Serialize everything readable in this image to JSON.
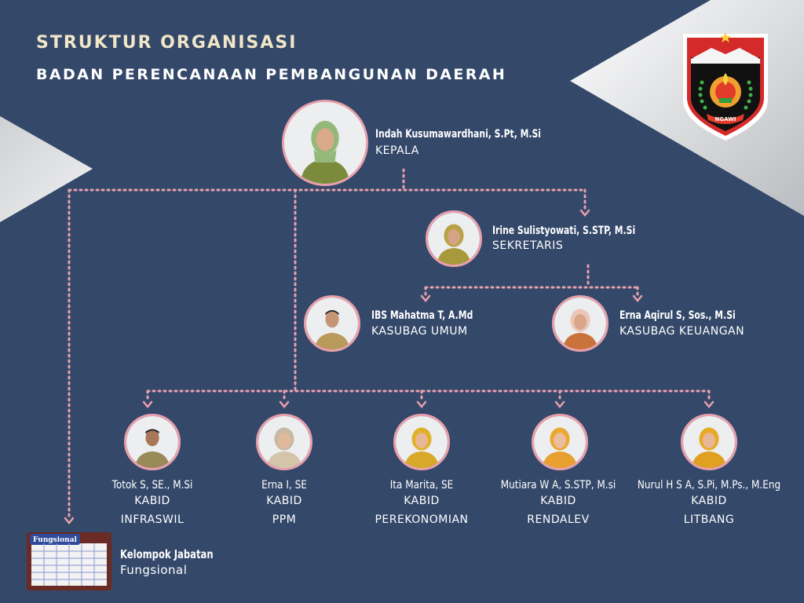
{
  "header": {
    "title": "STRUKTUR ORGANISASI",
    "subtitle": "BADAN PERENCANAAN PEMBANGUNAN DAERAH"
  },
  "logo": {
    "text": "NGAWI",
    "icon": "ngawi-regency-emblem"
  },
  "colors": {
    "background": "#34486a",
    "accent": "#e8a0ac",
    "title": "#f1e6c8"
  },
  "head": {
    "name": "Indah Kusumawardhani, S.Pt, M.Si",
    "role": "KEPALA"
  },
  "secretary": {
    "name": "Irine Sulistyowati, S.STP, M.Si",
    "role": "SEKRETARIS"
  },
  "subsections": [
    {
      "name": "IBS Mahatma T, A.Md",
      "role": "KASUBAG UMUM"
    },
    {
      "name": "Erna Aqirul S, Sos., M.Si",
      "role": "KASUBAG KEUANGAN"
    }
  ],
  "divisions": [
    {
      "name": "Totok S, SE., M.Si",
      "role": "KABID",
      "unit": "INFRASWIL"
    },
    {
      "name": "Erna I, SE",
      "role": "KABID",
      "unit": "PPM"
    },
    {
      "name": "Ita Marita, SE",
      "role": "KABID",
      "unit": "PEREKONOMIAN"
    },
    {
      "name": "Mutiara W A, S.STP, M.si",
      "role": "KABID",
      "unit": "RENDALEV"
    },
    {
      "name": "Nurul H S A, S.Pi, M.Ps., M.Eng",
      "role": "KABID",
      "unit": "LITBANG"
    }
  ],
  "functional": {
    "tag": "Fungsional",
    "title": "Kelompok Jabatan",
    "subtitle": "Fungsional"
  }
}
